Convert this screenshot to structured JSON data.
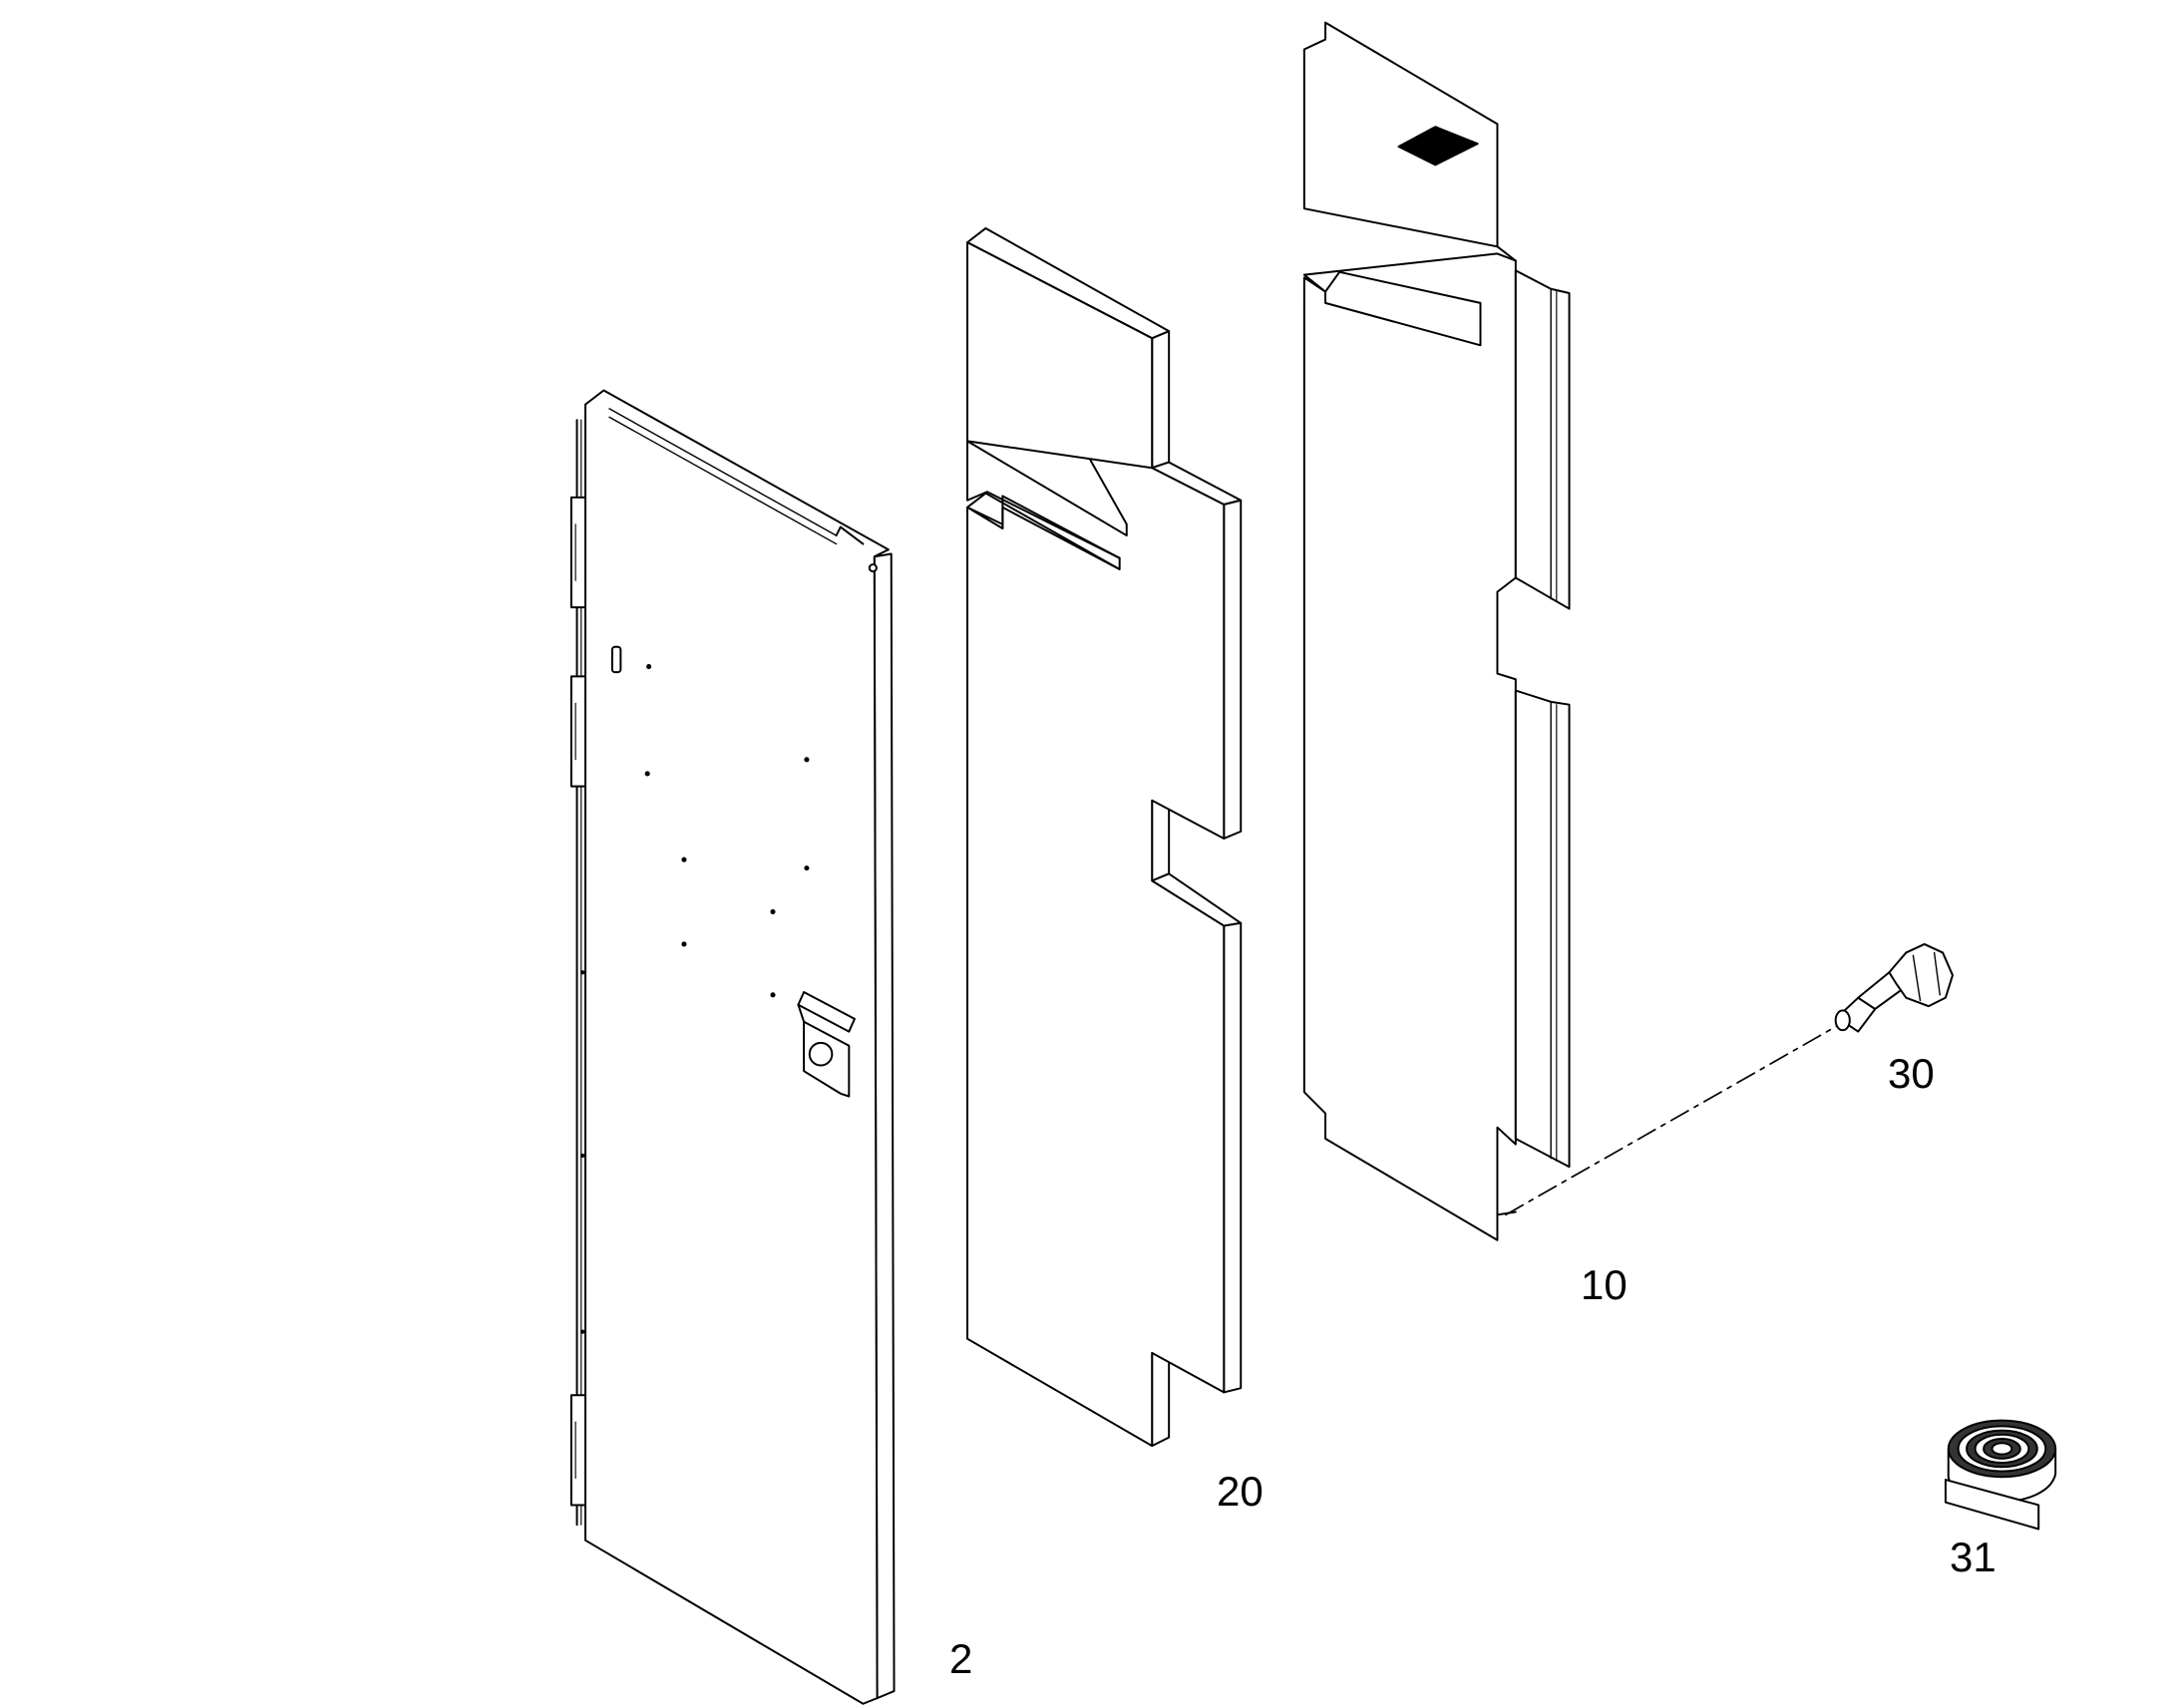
{
  "labels": {
    "door": "2",
    "panel": "10",
    "insulation": "20",
    "bolt": "30",
    "tape": "31"
  }
}
